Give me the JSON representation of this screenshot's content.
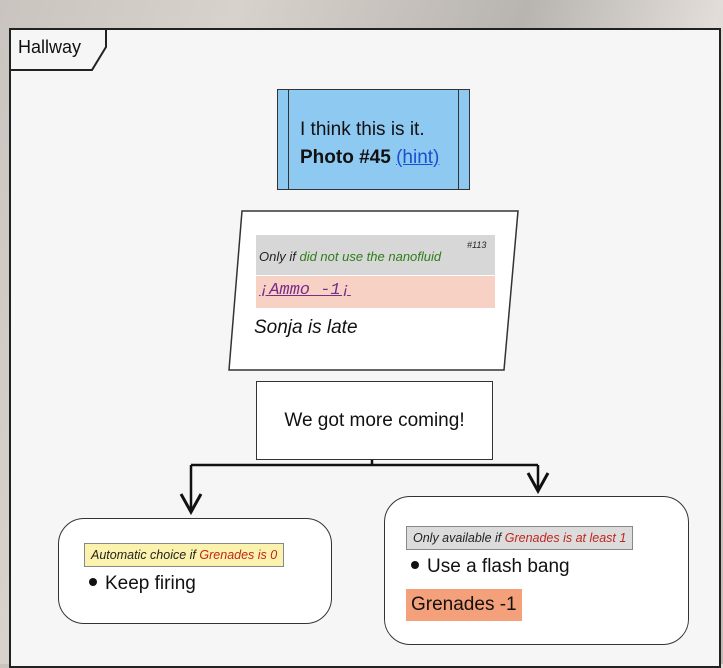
{
  "panel": {
    "tab_label": "Hallway"
  },
  "photo_node": {
    "line1": "I think this is it.",
    "photo_label": "Photo #45",
    "hint_link": "(hint)"
  },
  "condition_node": {
    "only_if_prefix": "Only if",
    "condition_text": "did not use the nanofluid",
    "reference": "#113",
    "ammo_text": "¡Ammo -1¡",
    "description": "Sonja is late"
  },
  "dialogue_node": {
    "text": "We got more coming!"
  },
  "choices": {
    "left": {
      "condition_prefix": "Automatic choice if",
      "condition_value": "Grenades is 0",
      "option": "Keep firing"
    },
    "right": {
      "condition_prefix": "Only available if",
      "condition_value": "Grenades is at least 1",
      "option": "Use a flash bang",
      "effect": "Grenades -1"
    }
  },
  "colors": {
    "photo_box": "#8ec9f2",
    "condition_green": "#2e7d1a",
    "condition_red": "#c0261e",
    "ammo_bg": "#f7d2c4",
    "ammo_text": "#7a2c8a",
    "auto_choice_bg": "#fbf2ae",
    "grenades_bg": "#f4a07a"
  }
}
